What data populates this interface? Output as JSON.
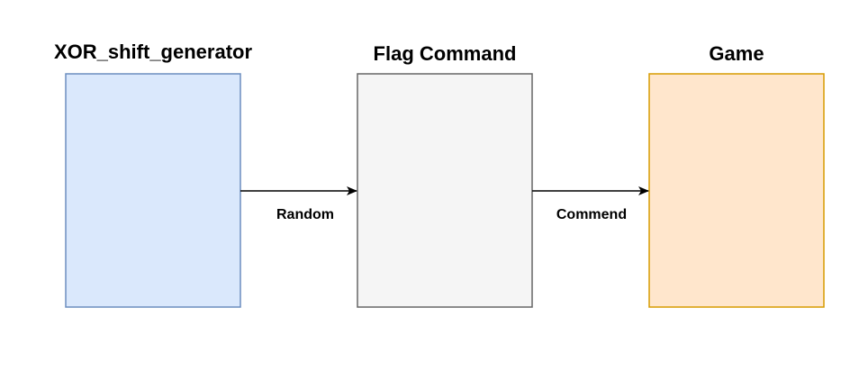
{
  "blocks": [
    {
      "title": "XOR_shift_generator",
      "fill": "#dae8fc",
      "stroke": "#6c8ebf"
    },
    {
      "title": "Flag Command",
      "fill": "#f5f5f5",
      "stroke": "#666666"
    },
    {
      "title": "Game",
      "fill": "#ffe6cc",
      "stroke": "#d79b00"
    }
  ],
  "edges": [
    {
      "label": "Random",
      "color": "#000000"
    },
    {
      "label": "Commend",
      "color": "#000000"
    }
  ]
}
